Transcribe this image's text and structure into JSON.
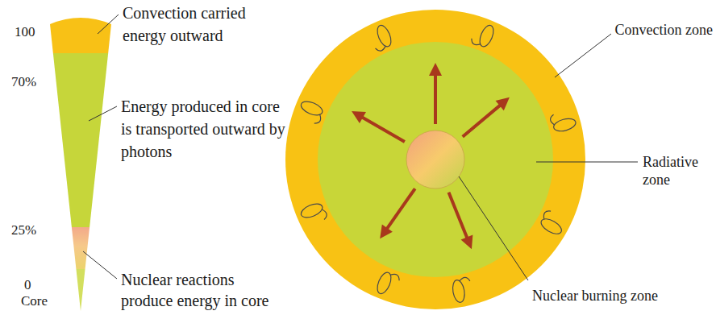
{
  "diagram": {
    "labels": [
      "Convection carried energy outward",
      "100",
      "70%",
      "Energy produced in core is transported outward by photons",
      "25%",
      "0",
      "Nuclear reactions produce energy in core",
      "Core",
      "Convection zone",
      "Radiative zone",
      "Nuclear burning zone"
    ]
  }
}
